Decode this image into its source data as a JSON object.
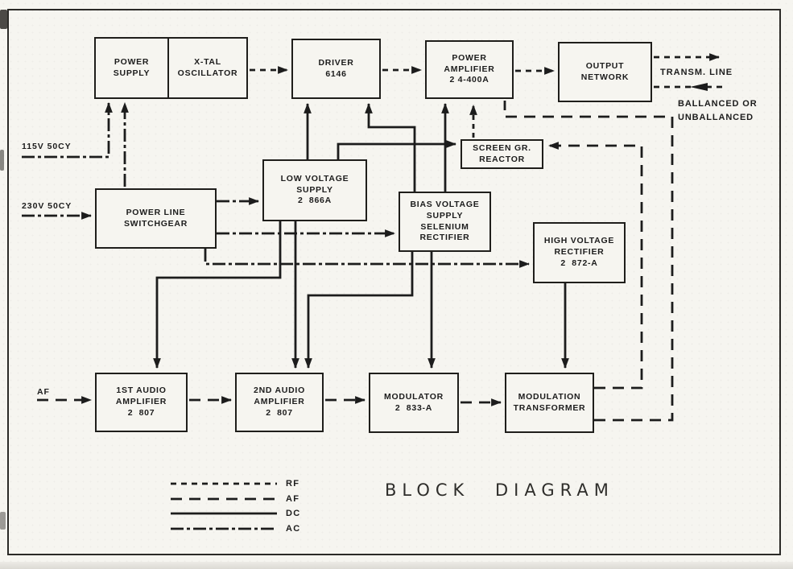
{
  "title": "BLOCK DIAGRAM",
  "colors": {
    "ink": "#1c1c1c",
    "paper": "#f6f5f0"
  },
  "inputs": {
    "mains_115": "115V 50CY",
    "mains_230": "230V 50CY",
    "af_input": "AF"
  },
  "outputs": {
    "transmission_line": "TRANSM. LINE",
    "balance_note_line1": "BALLANCED OR",
    "balance_note_line2": "UNBALLANCED"
  },
  "boxes": {
    "power_supply": {
      "lines": [
        "POWER",
        "SUPPLY"
      ]
    },
    "xtal_oscillator": {
      "lines": [
        "X-TAL",
        "OSCILLATOR"
      ]
    },
    "driver": {
      "lines": [
        "DRIVER",
        "6146"
      ]
    },
    "power_amplifier": {
      "lines": [
        "POWER",
        "AMPLIFIER",
        "2 4-400A"
      ]
    },
    "output_network": {
      "lines": [
        "OUTPUT",
        "NETWORK"
      ]
    },
    "power_line_switchgear": {
      "lines": [
        "POWER LINE",
        "SWITCHGEAR"
      ]
    },
    "low_voltage_supply": {
      "lines": [
        "LOW VOLTAGE",
        "SUPPLY",
        "2  866A"
      ]
    },
    "bias_voltage_supply": {
      "lines": [
        "BIAS VOLTAGE",
        "SUPPLY",
        "SELENIUM",
        "RECTIFIER"
      ]
    },
    "screen_gr_reactor": {
      "lines": [
        "SCREEN GR.",
        "REACTOR"
      ]
    },
    "high_voltage_rectifier": {
      "lines": [
        "HIGH VOLTAGE",
        "RECTIFIER",
        "2  872-A"
      ]
    },
    "first_audio_amplifier": {
      "lines": [
        "1ST AUDIO",
        "AMPLIFIER",
        "2  807"
      ]
    },
    "second_audio_amplifier": {
      "lines": [
        "2ND AUDIO",
        "AMPLIFIER",
        "2  807"
      ]
    },
    "modulator": {
      "lines": [
        "MODULATOR",
        "2  833-A"
      ]
    },
    "modulation_transformer": {
      "lines": [
        "MODULATION",
        "TRANSFORMER"
      ]
    }
  },
  "legend": {
    "entries": [
      {
        "label": "RF",
        "style": "short-dash"
      },
      {
        "label": "AF",
        "style": "long-dash"
      },
      {
        "label": "DC",
        "style": "solid"
      },
      {
        "label": "AC",
        "style": "dash-dot"
      }
    ]
  }
}
